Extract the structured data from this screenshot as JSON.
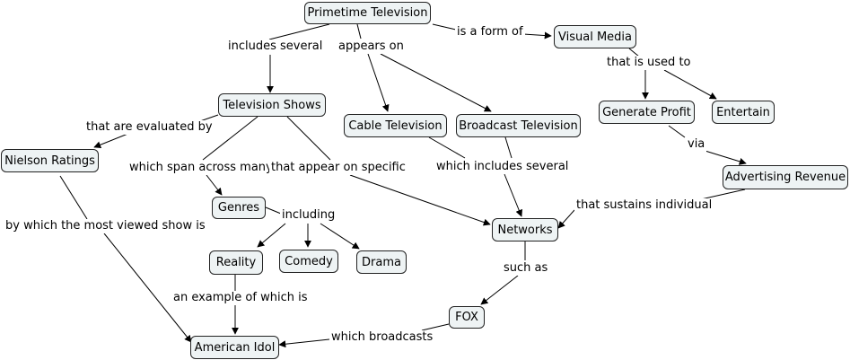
{
  "nodes": {
    "primetime": "Primetime Television",
    "visual_media": "Visual Media",
    "tv_shows": "Television Shows",
    "cable": "Cable Television",
    "broadcast": "Broadcast Television",
    "generate_profit": "Generate Profit",
    "entertain": "Entertain",
    "nielson": "Nielson Ratings",
    "advertising": "Advertising Revenue",
    "genres": "Genres",
    "networks": "Networks",
    "reality": "Reality",
    "comedy": "Comedy",
    "drama": "Drama",
    "fox": "FOX",
    "american_idol": "American Idol"
  },
  "links": {
    "includes_several": "includes several",
    "appears_on": "appears on",
    "is_a_form_of": "is a form of",
    "that_is_used_to": "that is used to",
    "that_are_evaluated_by": "that are evaluated by",
    "which_span_across_many": "which span across many",
    "that_appear_on_specific": "that appear on specific",
    "which_includes_several": "which includes several",
    "via": "via",
    "that_sustains_individual": "that sustains individual",
    "including": "including",
    "by_which": "by which the most viewed show is",
    "such_as": "such as",
    "an_example_of_which_is": "an example of which is",
    "which_broadcasts": "which broadcasts"
  },
  "colors": {
    "node_fill": "#eef3f4",
    "node_border": "#222222",
    "line": "#000000"
  }
}
